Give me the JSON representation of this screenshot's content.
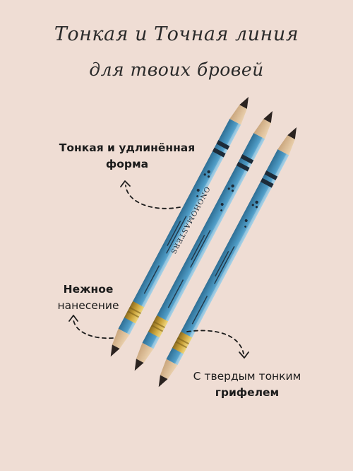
{
  "header": {
    "line1": "Тонкая и Точная линия",
    "line2": "для твоих бровей"
  },
  "callouts": {
    "shape": {
      "bold": "Тонкая и удлинённая форма"
    },
    "application": {
      "bold": "Нежное",
      "normal": "нанесение"
    },
    "lead": {
      "normal": "С твердым тонким",
      "bold": "грифелем"
    }
  },
  "product": {
    "brand": "ONOHOMASTERS",
    "colors": {
      "body": "#4f9cc6",
      "band": "#1d2b38",
      "ferrule": "#c9a23a",
      "lead": "#2b2320"
    }
  }
}
